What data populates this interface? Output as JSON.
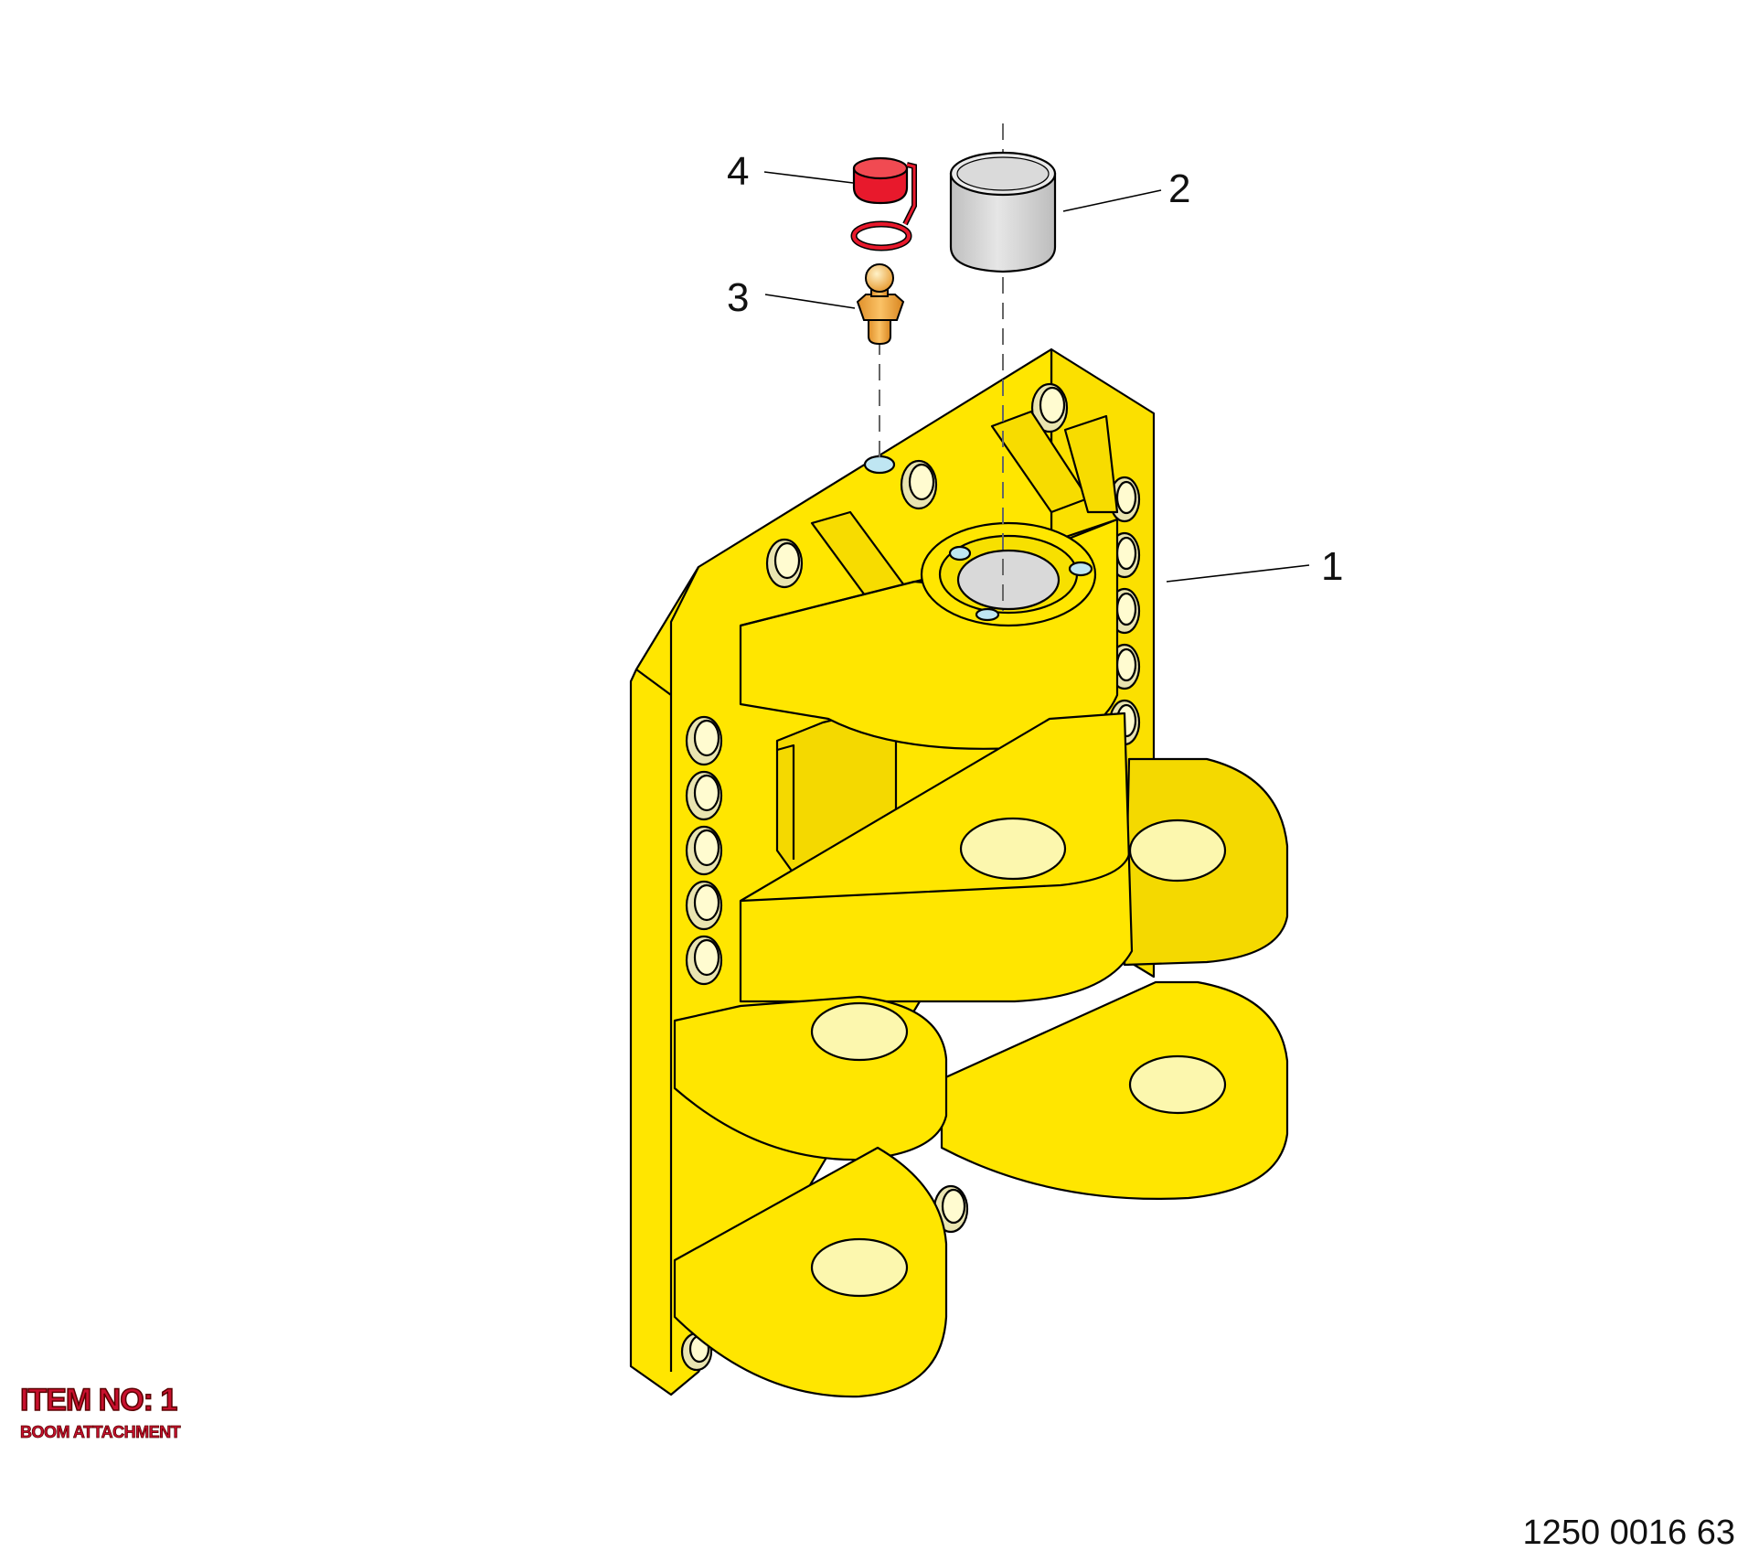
{
  "callouts": [
    {
      "number": "1",
      "part": "yellow-bracket"
    },
    {
      "number": "2",
      "part": "bushing"
    },
    {
      "number": "3",
      "part": "grease-nipple"
    },
    {
      "number": "4",
      "part": "cap"
    }
  ],
  "item_label": {
    "title": "ITEM NO: 1",
    "subtitle": "BOOM ATTACHMENT"
  },
  "drawing_number": "1250 0016 63",
  "colors": {
    "bracket": "#ffe600",
    "bore": "#fcf7ae",
    "bushing": "#d9d9d9",
    "cap": "#e8192c",
    "nipple": "#f2a930",
    "label_red": "#c8102e"
  }
}
